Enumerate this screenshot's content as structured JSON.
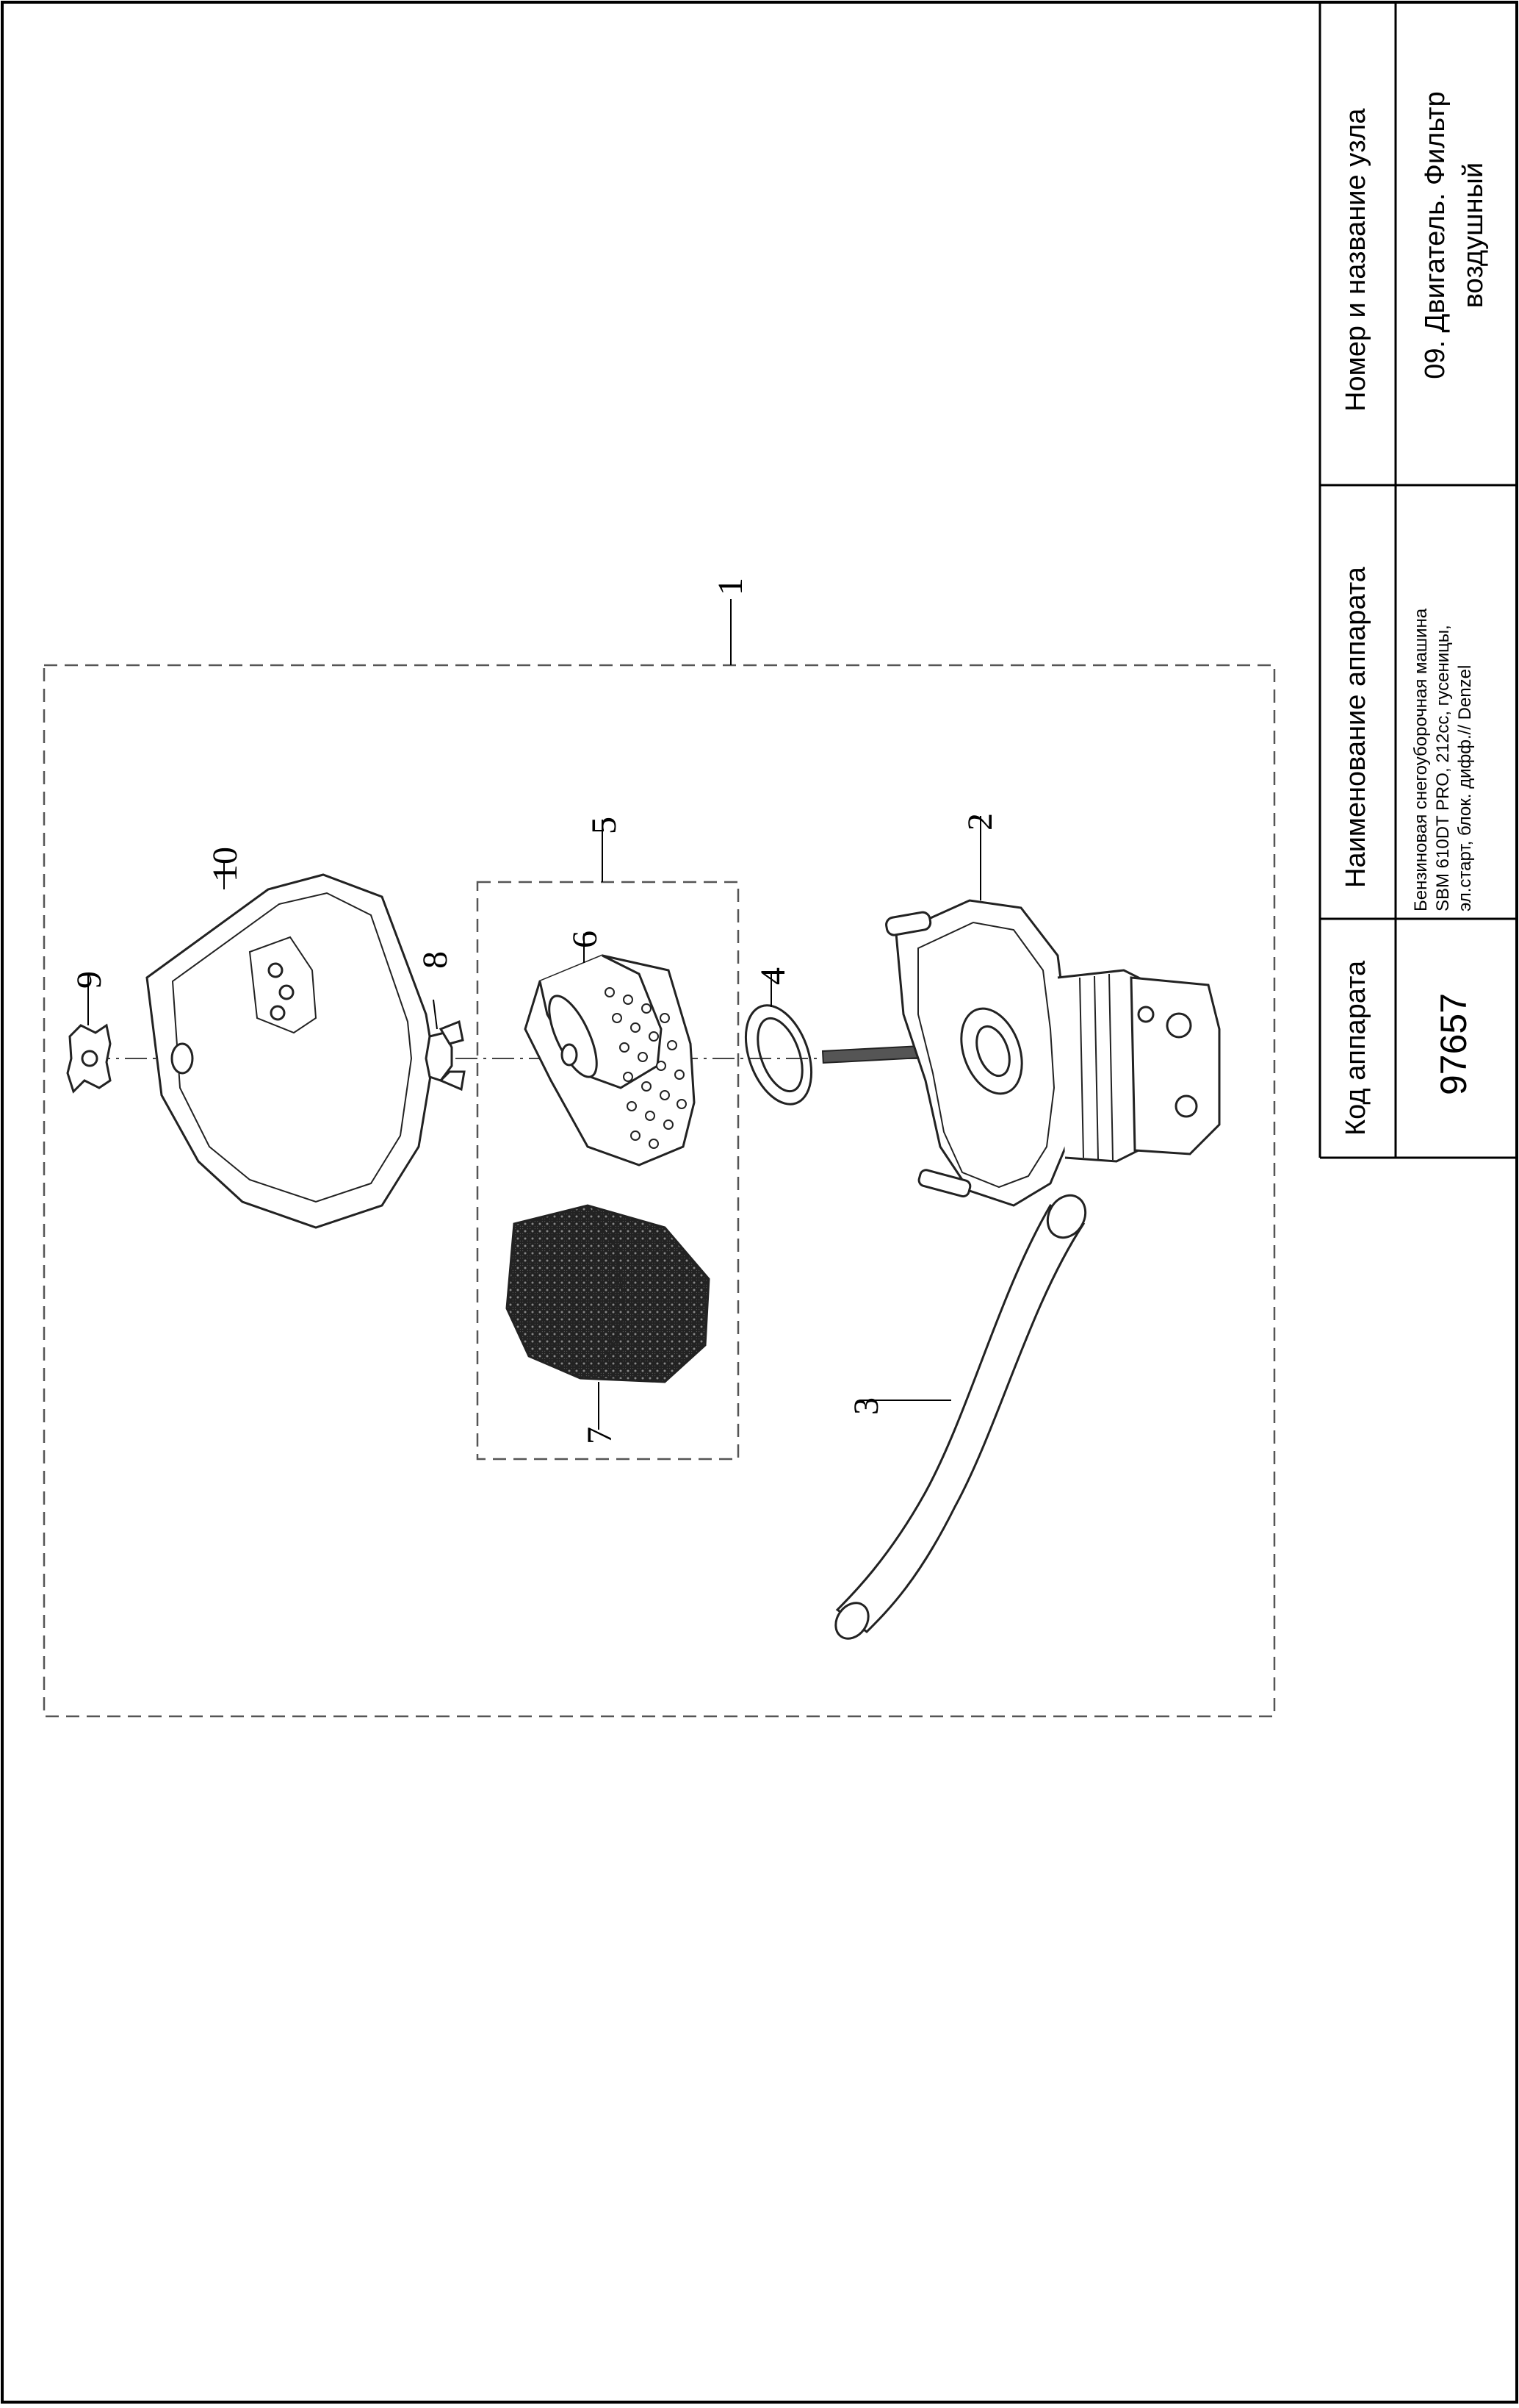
{
  "title_block": {
    "code_header": "Код аппарата",
    "code_value": "97657",
    "device_header": "Наименование аппарата",
    "device_lines": [
      "Бензиновая снегоуборочная машина",
      "SBM 610DT PRO, 212cc, гусеницы,",
      "эл.старт, блок. дифф.// Denzel"
    ],
    "unit_header": "Номер и название узла",
    "unit_lines": [
      "09. Двигатель. Фильтр",
      "воздушный"
    ]
  },
  "callouts": [
    "1",
    "2",
    "3",
    "4",
    "5",
    "6",
    "7",
    "8",
    "9",
    "10"
  ]
}
